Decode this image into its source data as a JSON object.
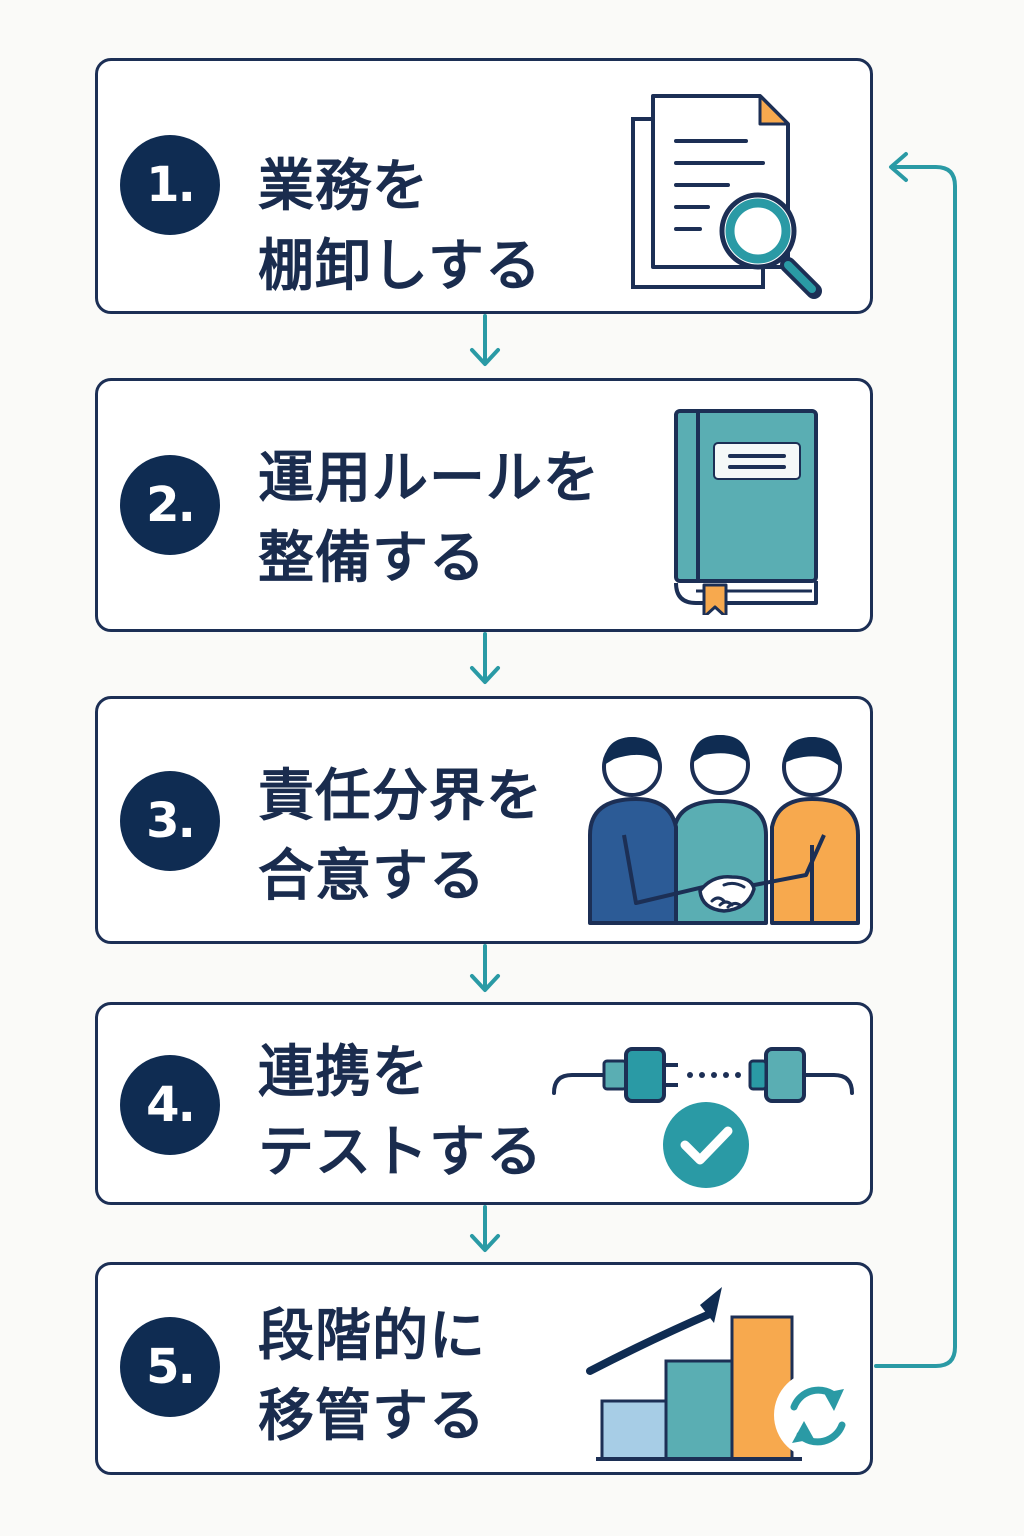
{
  "steps": [
    {
      "number": "1.",
      "line1": "業務を",
      "line2": "棚卸しする",
      "icon": "document-search-icon"
    },
    {
      "number": "2.",
      "line1": "運用ルールを",
      "line2": "整備する",
      "icon": "book-icon"
    },
    {
      "number": "3.",
      "line1": "責任分界を",
      "line2": "合意する",
      "icon": "handshake-people-icon"
    },
    {
      "number": "4.",
      "line1": "連携を",
      "line2": "テストする",
      "icon": "plug-check-icon"
    },
    {
      "number": "5.",
      "line1": "段階的に",
      "line2": "移管する",
      "icon": "growth-chart-cycle-icon"
    }
  ],
  "colors": {
    "navy": "#0f2c52",
    "border": "#1c2f55",
    "teal": "#2a9aa5",
    "blue": "#2c5b96",
    "orange": "#f7a94e",
    "light_blue": "#a7cde6"
  }
}
